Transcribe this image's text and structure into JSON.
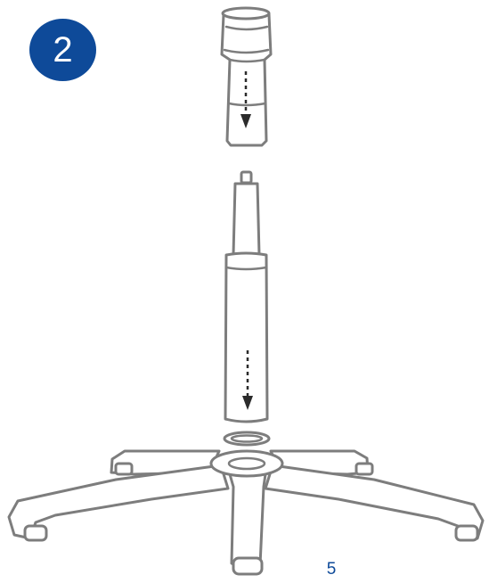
{
  "step": {
    "number": "2",
    "badge_color": "#0e4a99"
  },
  "footer": {
    "page_number": "5",
    "page_number_color": "#0e4a99"
  },
  "illustration": {
    "parts": [
      "gas-cylinder-cover",
      "gas-cylinder",
      "o-ring",
      "five-star-base"
    ],
    "arrows": [
      "down-arrow",
      "down-arrow"
    ]
  }
}
